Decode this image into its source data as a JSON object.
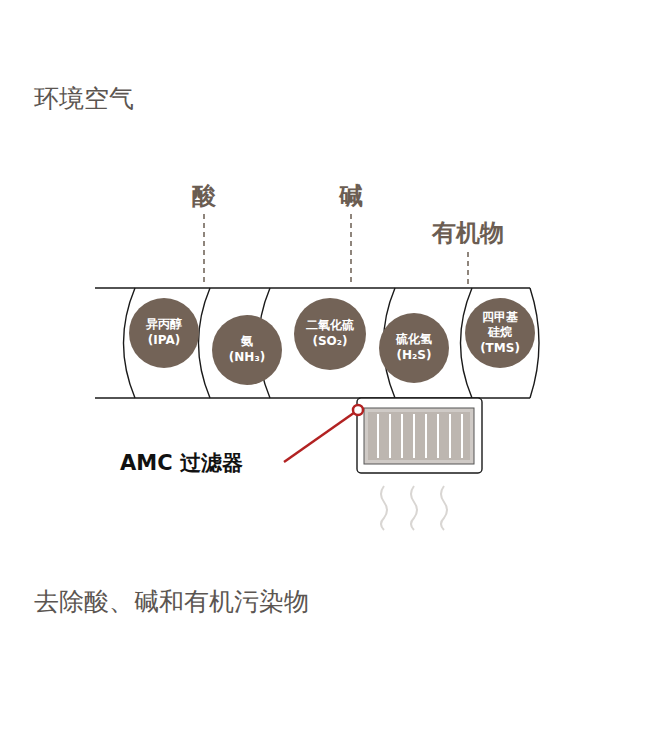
{
  "diagram": {
    "title": "环境空气",
    "caption": "去除酸、碱和有机污染物",
    "nodes": [
      {
        "text": [
          "异丙醇 (IPA)"
        ]
      },
      {
        "text": [
          "氨 (NH₃)"
        ]
      },
      {
        "text": [
          "二氧化硫 (SO₂)"
        ]
      },
      {
        "text": [
          "硫化氢 (H₂S)"
        ]
      },
      {
        "text": [
          "四甲基 硅烷 (TMS)"
        ]
      }
    ],
    "edges": [],
    "labels": [
      "酸",
      "碱",
      "有机物",
      "AMC 过滤器"
    ]
  }
}
